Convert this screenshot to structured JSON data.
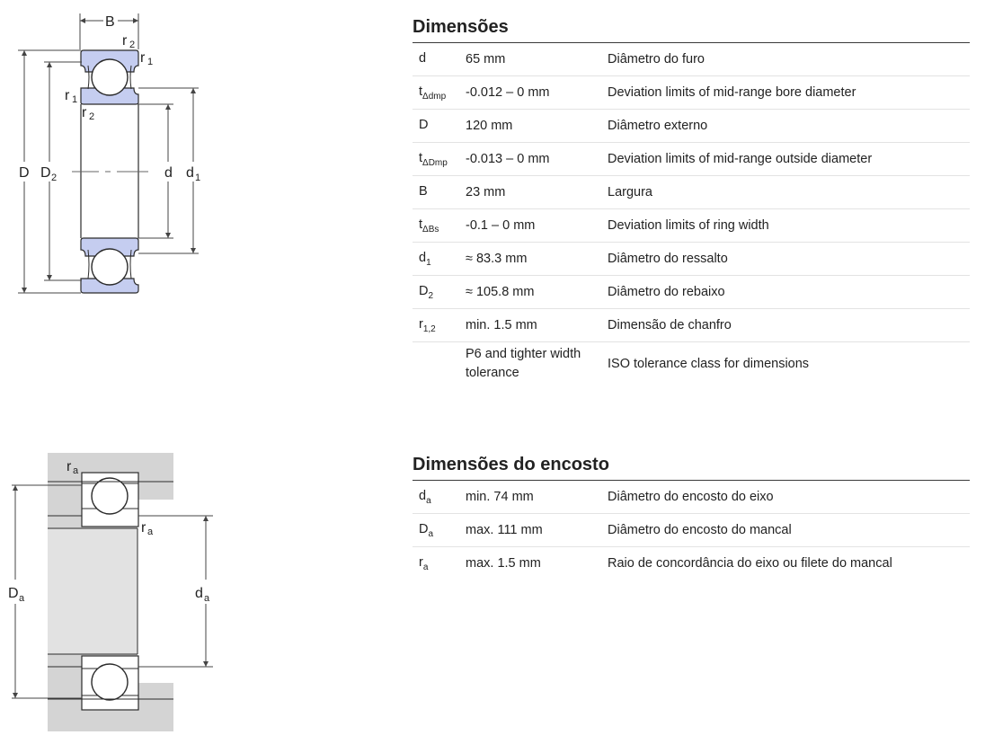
{
  "diagram_bearing": {
    "labels": {
      "B": "B",
      "D": "D",
      "D2_base": "D",
      "D2_sub": "2",
      "d": "d",
      "d1_base": "d",
      "d1_sub": "1",
      "r1_base": "r",
      "r1_sub": "1",
      "r2_base": "r",
      "r2_sub": "2"
    }
  },
  "diagram_abutment": {
    "labels": {
      "ra_base": "r",
      "ra_sub": "a",
      "Da_base": "D",
      "Da_sub": "a",
      "da_base": "d",
      "da_sub": "a"
    }
  },
  "dimensions": {
    "title": "Dimensões",
    "rows": [
      {
        "sym": "d",
        "sub": "",
        "value": "65 mm",
        "desc": "Diâmetro do furo"
      },
      {
        "sym": "t",
        "sub": "Δdmp",
        "value": "-0.012  –  0 mm",
        "desc": "Deviation limits of mid-range bore diameter"
      },
      {
        "sym": "D",
        "sub": "",
        "value": "120 mm",
        "desc": "Diâmetro externo"
      },
      {
        "sym": "t",
        "sub": "ΔDmp",
        "value": "-0.013  –  0 mm",
        "desc": "Deviation limits of mid-range outside diameter"
      },
      {
        "sym": "B",
        "sub": "",
        "value": "23 mm",
        "desc": "Largura"
      },
      {
        "sym": "t",
        "sub": "ΔBs",
        "value": "-0.1  –  0 mm",
        "desc": "Deviation limits of ring width"
      },
      {
        "sym": "d",
        "sub": "1",
        "value": "≈ 83.3 mm",
        "desc": "Diâmetro do ressalto"
      },
      {
        "sym": "D",
        "sub": "2",
        "value": "≈ 105.8 mm",
        "desc": "Diâmetro do rebaixo"
      },
      {
        "sym": "r",
        "sub": "1,2",
        "value": "min. 1.5 mm",
        "desc": "Dimensão de chanfro"
      },
      {
        "sym": "",
        "sub": "",
        "value": "P6 and tighter width tolerance",
        "desc": "ISO tolerance class for dimensions"
      }
    ]
  },
  "abutment": {
    "title": "Dimensões do encosto",
    "rows": [
      {
        "sym": "d",
        "sub": "a",
        "value": "min. 74 mm",
        "desc": "Diâmetro do encosto do eixo"
      },
      {
        "sym": "D",
        "sub": "a",
        "value": "max. 111 mm",
        "desc": "Diâmetro do encosto do mancal"
      },
      {
        "sym": "r",
        "sub": "a",
        "value": "max. 1.5 mm",
        "desc": "Raio de concordância do eixo ou filete do mancal"
      }
    ]
  },
  "colors": {
    "ring_fill": "#c5cdf0",
    "housing_fill": "#d4d4d4",
    "line": "#2b2b2b"
  }
}
